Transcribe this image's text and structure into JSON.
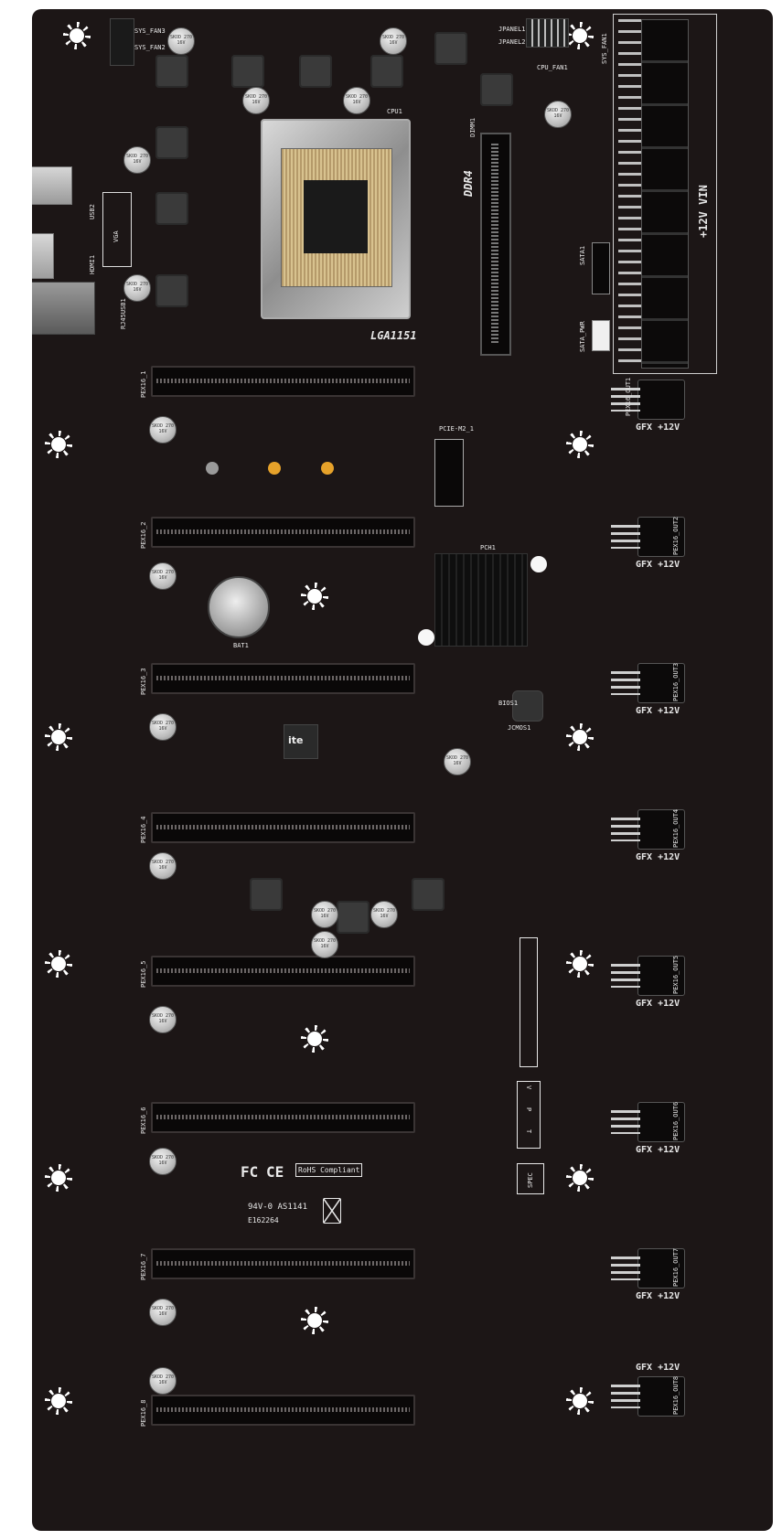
{
  "board": {
    "socket_label": "LGA1151",
    "memory_label": "DDR4",
    "power_label": "+12V VIN",
    "cpu_label": "CPU1",
    "pch_label": "PCH1",
    "battery_label": "BAT1",
    "m2_label": "PCIE-M2_1",
    "vga_label": "VGA",
    "usb_label": "USB2",
    "hdmi_label": "HDMI1",
    "rj45_label": "RJ45USB1",
    "bios_label": "BIOS1",
    "sata_label": "SATA1",
    "sata_pwr_label": "SATA_PWR",
    "spec_label": "SPEC",
    "jcmos_label": "JCMOS1",
    "jpanel1_label": "JPANEL1",
    "jpanel2_label": "JPANEL2",
    "cpu_fan_label": "CPU_FAN1",
    "sys_fan2_label": "SYS_FAN2",
    "sys_fan3_label": "SYS_FAN3",
    "sys_fan1_label": "SYS_FAN1",
    "dimm_label": "DIMM1",
    "vpt": [
      "V",
      "P",
      "T"
    ],
    "cert_marks": [
      "FC",
      "CE",
      "RoHS Compliant"
    ],
    "compliance_text": "94V-0 AS1141",
    "compliance_sub": "E162264",
    "pcie_slots": [
      "PEX16_1",
      "PEX16_2",
      "PEX16_3",
      "PEX16_4",
      "PEX16_5",
      "PEX16_6",
      "PEX16_7",
      "PEX16_8"
    ],
    "gfx_labels": [
      "GFX +12V",
      "GFX +12V",
      "GFX +12V",
      "GFX +12V",
      "GFX +12V",
      "GFX +12V",
      "GFX +12V",
      "GFX +12V"
    ],
    "gfx_connectors": [
      "PEX16_OUT1",
      "PEX16_OUT2",
      "PEX16_OUT3",
      "PEX16_OUT4",
      "PEX16_OUT5",
      "PEX16_OUT6",
      "PEX16_OUT7",
      "PEX16_OUT8"
    ],
    "cap_text": "SKOD 270 16V",
    "ite_label": "ite"
  },
  "colors": {
    "pcb": "#1c1616",
    "silkscreen": "#e8e8e8",
    "slot": "#0a0808",
    "heatsink": "#0e0e0e"
  }
}
